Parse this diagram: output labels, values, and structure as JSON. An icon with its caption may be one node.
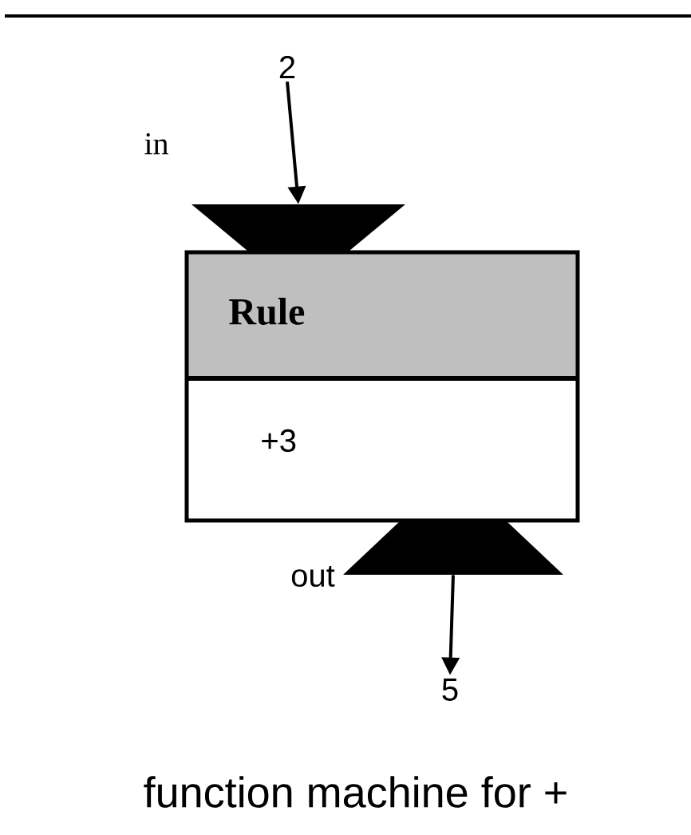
{
  "diagram": {
    "caption": "function machine for +",
    "nodes": [
      {
        "text": [
          "2"
        ]
      },
      {
        "text": [],
        "shape": "funnel",
        "beside": [
          "in"
        ]
      },
      {
        "text": [
          "Rule",
          "+3"
        ]
      },
      {
        "text": [],
        "shape": "funnel",
        "beside": [
          "out"
        ]
      },
      {
        "text": [
          "5"
        ]
      }
    ],
    "edges": [
      {
        "from": 0,
        "to": 1,
        "arrow": "to"
      },
      {
        "from": 3,
        "to": 4,
        "arrow": "to"
      }
    ]
  }
}
